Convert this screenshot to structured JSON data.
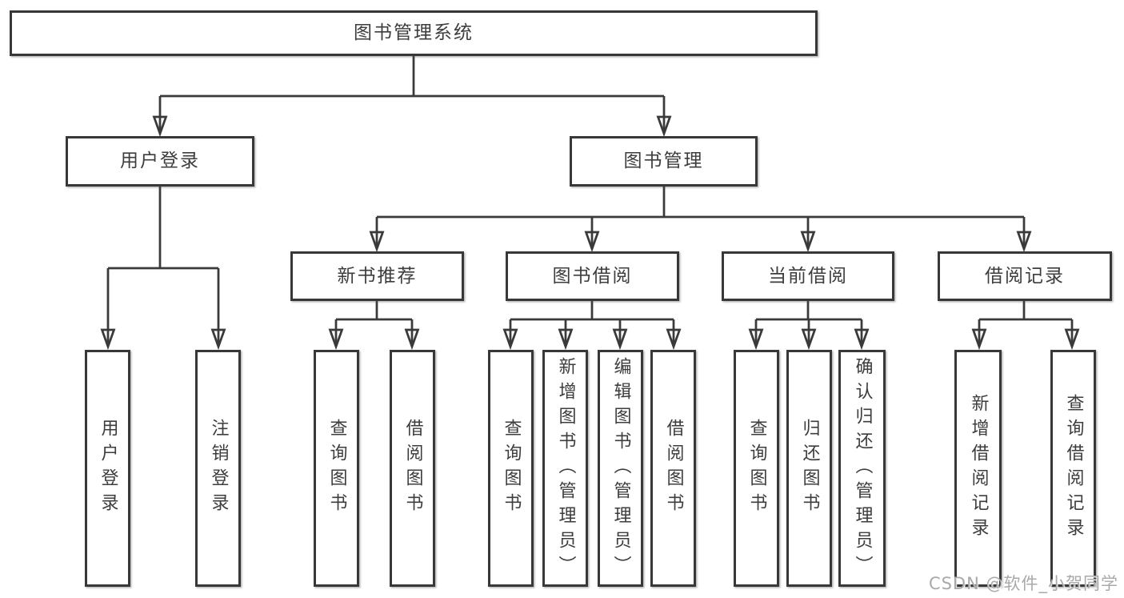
{
  "tree": {
    "root": "图书管理系统",
    "level1": [
      {
        "label": "用户登录",
        "children": [
          "用户登录",
          "注销登录"
        ]
      },
      {
        "label": "图书管理",
        "children": [
          {
            "label": "新书推荐",
            "children": [
              "查询图书",
              "借阅图书"
            ]
          },
          {
            "label": "图书借阅",
            "children": [
              "查询图书",
              "新增图书（管理员）",
              "编辑图书（管理员）",
              "借阅图书"
            ]
          },
          {
            "label": "当前借阅",
            "children": [
              "查询图书",
              "归还图书",
              "确认归还（管理员）"
            ]
          },
          {
            "label": "借阅记录",
            "children": [
              "新增借阅记录",
              "查询借阅记录"
            ]
          }
        ]
      }
    ]
  },
  "watermark": "CSDN @软件_小贺同学",
  "colors": {
    "line": "#3a3a3a",
    "box_border": "#383838",
    "box_fill": "#ffffff",
    "text": "#3d3d3d",
    "watermark_text": "#a9a9a9",
    "background": "#ffffff"
  }
}
